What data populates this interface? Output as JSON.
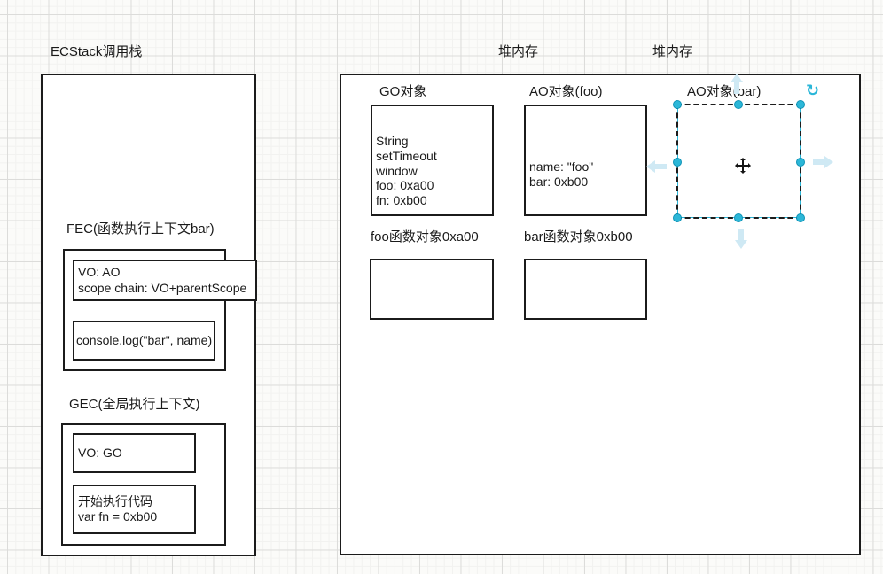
{
  "labels": {
    "stack_title": "ECStack调用栈",
    "heap_title_left": "堆内存",
    "heap_title_right": "堆内存"
  },
  "stack": {
    "fec": {
      "title": "FEC(函数执行上下文bar)",
      "vo_lines": [
        "VO: AO",
        "scope chain: VO+parentScope"
      ],
      "code": "console.log(\"bar\", name)"
    },
    "gec": {
      "title": "GEC(全局执行上下文)",
      "vo": "VO: GO",
      "code_lines": [
        "开始执行代码",
        "var fn = 0xb00"
      ]
    }
  },
  "heap": {
    "go": {
      "title": "GO对象",
      "lines": [
        "String",
        "setTimeout",
        "window",
        "foo: 0xa00",
        "fn: 0xb00"
      ]
    },
    "ao_foo": {
      "title": "AO对象(foo)",
      "lines": [
        "name: \"foo\"",
        "bar: 0xb00"
      ]
    },
    "ao_bar": {
      "title": "AO对象(bar)"
    },
    "foo_fn": {
      "title": "foo函数对象0xa00"
    },
    "bar_fn": {
      "title": "bar函数对象0xb00"
    }
  },
  "icons": {
    "rotate_glyph": "↻"
  },
  "colors": {
    "shape_border": "#1b1b1b",
    "selection_handle_fill": "#2cb7d8",
    "selection_handle_stroke": "#0f93b6",
    "selection_outline": "#2ab6d8",
    "nav_arrow_fill": "#cfe9f4",
    "grid_major": "#dcdcda",
    "grid_minor": "#f2f2f0"
  }
}
